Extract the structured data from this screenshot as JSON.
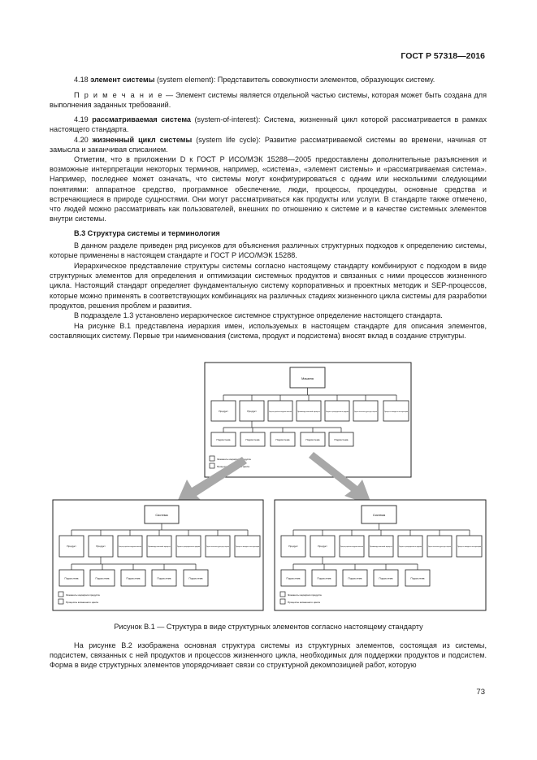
{
  "header": {
    "standard": "ГОСТ Р 57318—2016"
  },
  "p418": {
    "num": "4.18",
    "term": "элемент системы",
    "rest": " (system element): Представитель совокупности элементов, образующих систему."
  },
  "note": {
    "label": "П р и м е ч а н и е",
    "text": " — Элемент системы является отдельной частью системы, которая может быть создана для выполнения заданных требований."
  },
  "p419": {
    "num": "4.19",
    "term": "рассматриваемая система",
    "rest": " (system-of-interest): Система, жизненный цикл которой рассматривается в рамках настоящего стандарта."
  },
  "p420": {
    "num": "4.20",
    "term": "жизненный цикл системы",
    "rest": " (system life cycle): Развитие рассматриваемой системы во времени, начиная от замысла и заканчивая списанием."
  },
  "p_annex": "Отметим, что в приложении D к ГОСТ Р ИСО/МЭК 15288—2005 предоставлены дополнительные разъяснения и возможные интерпретации некоторых терминов, например, «система», «элемент системы» и «рассматриваемая система». Например, последнее может означать, что системы могут конфигурироваться с одним или несколькими следующими понятиями: аппаратное средство, программное обеспечение, люди, процессы, процедуры, основные средства и встречающиеся в природе сущностями. Они могут рассматриваться как продукты или услуги. В стандарте также отмечено, что людей можно рассматривать как пользователей, внешних по отношению к системе и в качестве системных элементов внутри системы.",
  "section": "В.3 Структура системы и терминология",
  "p_b3_1": "В данном разделе приведен ряд рисунков для объяснения различных структурных подходов к определению системы, которые применены в настоящем стандарте и ГОСТ Р ИСО/МЭК 15288.",
  "p_b3_2": "Иерархическое представление структуры системы согласно настоящему стандарту комбинируют с подходом в виде структурных элементов для определения и оптимизации системных продуктов и связанных с ними процессов жизненного цикла. Настоящий стандарт определяет фундаментальную систему корпоративных и проектных методик и SEP-процессов, которые можно применять в соответствующих комбинациях на различных стадиях жизненного цикла системы для разработки продуктов, решения проблем и развития.",
  "p_b3_3": "В подразделе 1.3 установлено иерархическое системное структурное определение настоящего стандарта.",
  "p_b3_4": "На рисунке В.1 представлена иерархия имен, используемых в настоящем стандарте для описания элементов, составляющих систему. Первые три наименования (система, продукт и подсистема) вносят вклад в создание структуры.",
  "figure": {
    "caption": "Рисунок В.1 — Структура в виде структурных элементов согласно настоящему стандарту",
    "top": {
      "root": "Машина",
      "level2": [
        "Продукт",
        "Продукт",
        "Процессы разработки и внедрения изменений",
        "Производственный процесс",
        "Процессы распределения и продажи",
        "Процессы обеспечения и других средств обучения",
        "Процессы вывода из эксплуатации"
      ],
      "level3": [
        "Подсистема",
        "Подсистема",
        "Подсистема",
        "Подсистема",
        "Подсистема"
      ],
      "legend": [
        "Элементы иерархии продукта",
        "Процессы жизненного цикла"
      ]
    },
    "left": {
      "root": "Система",
      "level2": [
        "Продукт",
        "Продукт",
        "Процессы разработки и внедрения изменений",
        "Производственный процесс",
        "Процессы распределения и продажи",
        "Процессы обеспечения и других средств обучения",
        "Процессы вывода из эксплуатации"
      ],
      "level3": [
        "Подсистема",
        "Подсистема",
        "Подсистема",
        "Подсистема",
        "Подсистема"
      ],
      "legend": [
        "Элементы иерархии продукта",
        "Процессы жизненного цикла"
      ]
    },
    "right": {
      "root": "Система",
      "level2": [
        "Продукт",
        "Продукт",
        "Процессы разработки и внедрения изменений",
        "Производственный процесс",
        "Процессы распределения и продажи",
        "Процессы обеспечения и других средств обучения",
        "Процессы вывода из эксплуатации"
      ],
      "level3": [
        "Подсистема",
        "Подсистема",
        "Подсистема",
        "Подсистема",
        "Подсистема"
      ],
      "legend": [
        "Элементы иерархии продукта",
        "Процессы жизненного цикла"
      ]
    }
  },
  "p_b2": "На рисунке В.2 изображена основная структура системы из структурных элементов, состоящая из системы, подсистем, связанных с ней продуктов и процессов жизненного цикла, необходимых для поддержки продуктов и подсистем. Форма в виде структурных элементов упорядочивает связи со структурной декомпозицией работ, которую",
  "page_number": "73"
}
